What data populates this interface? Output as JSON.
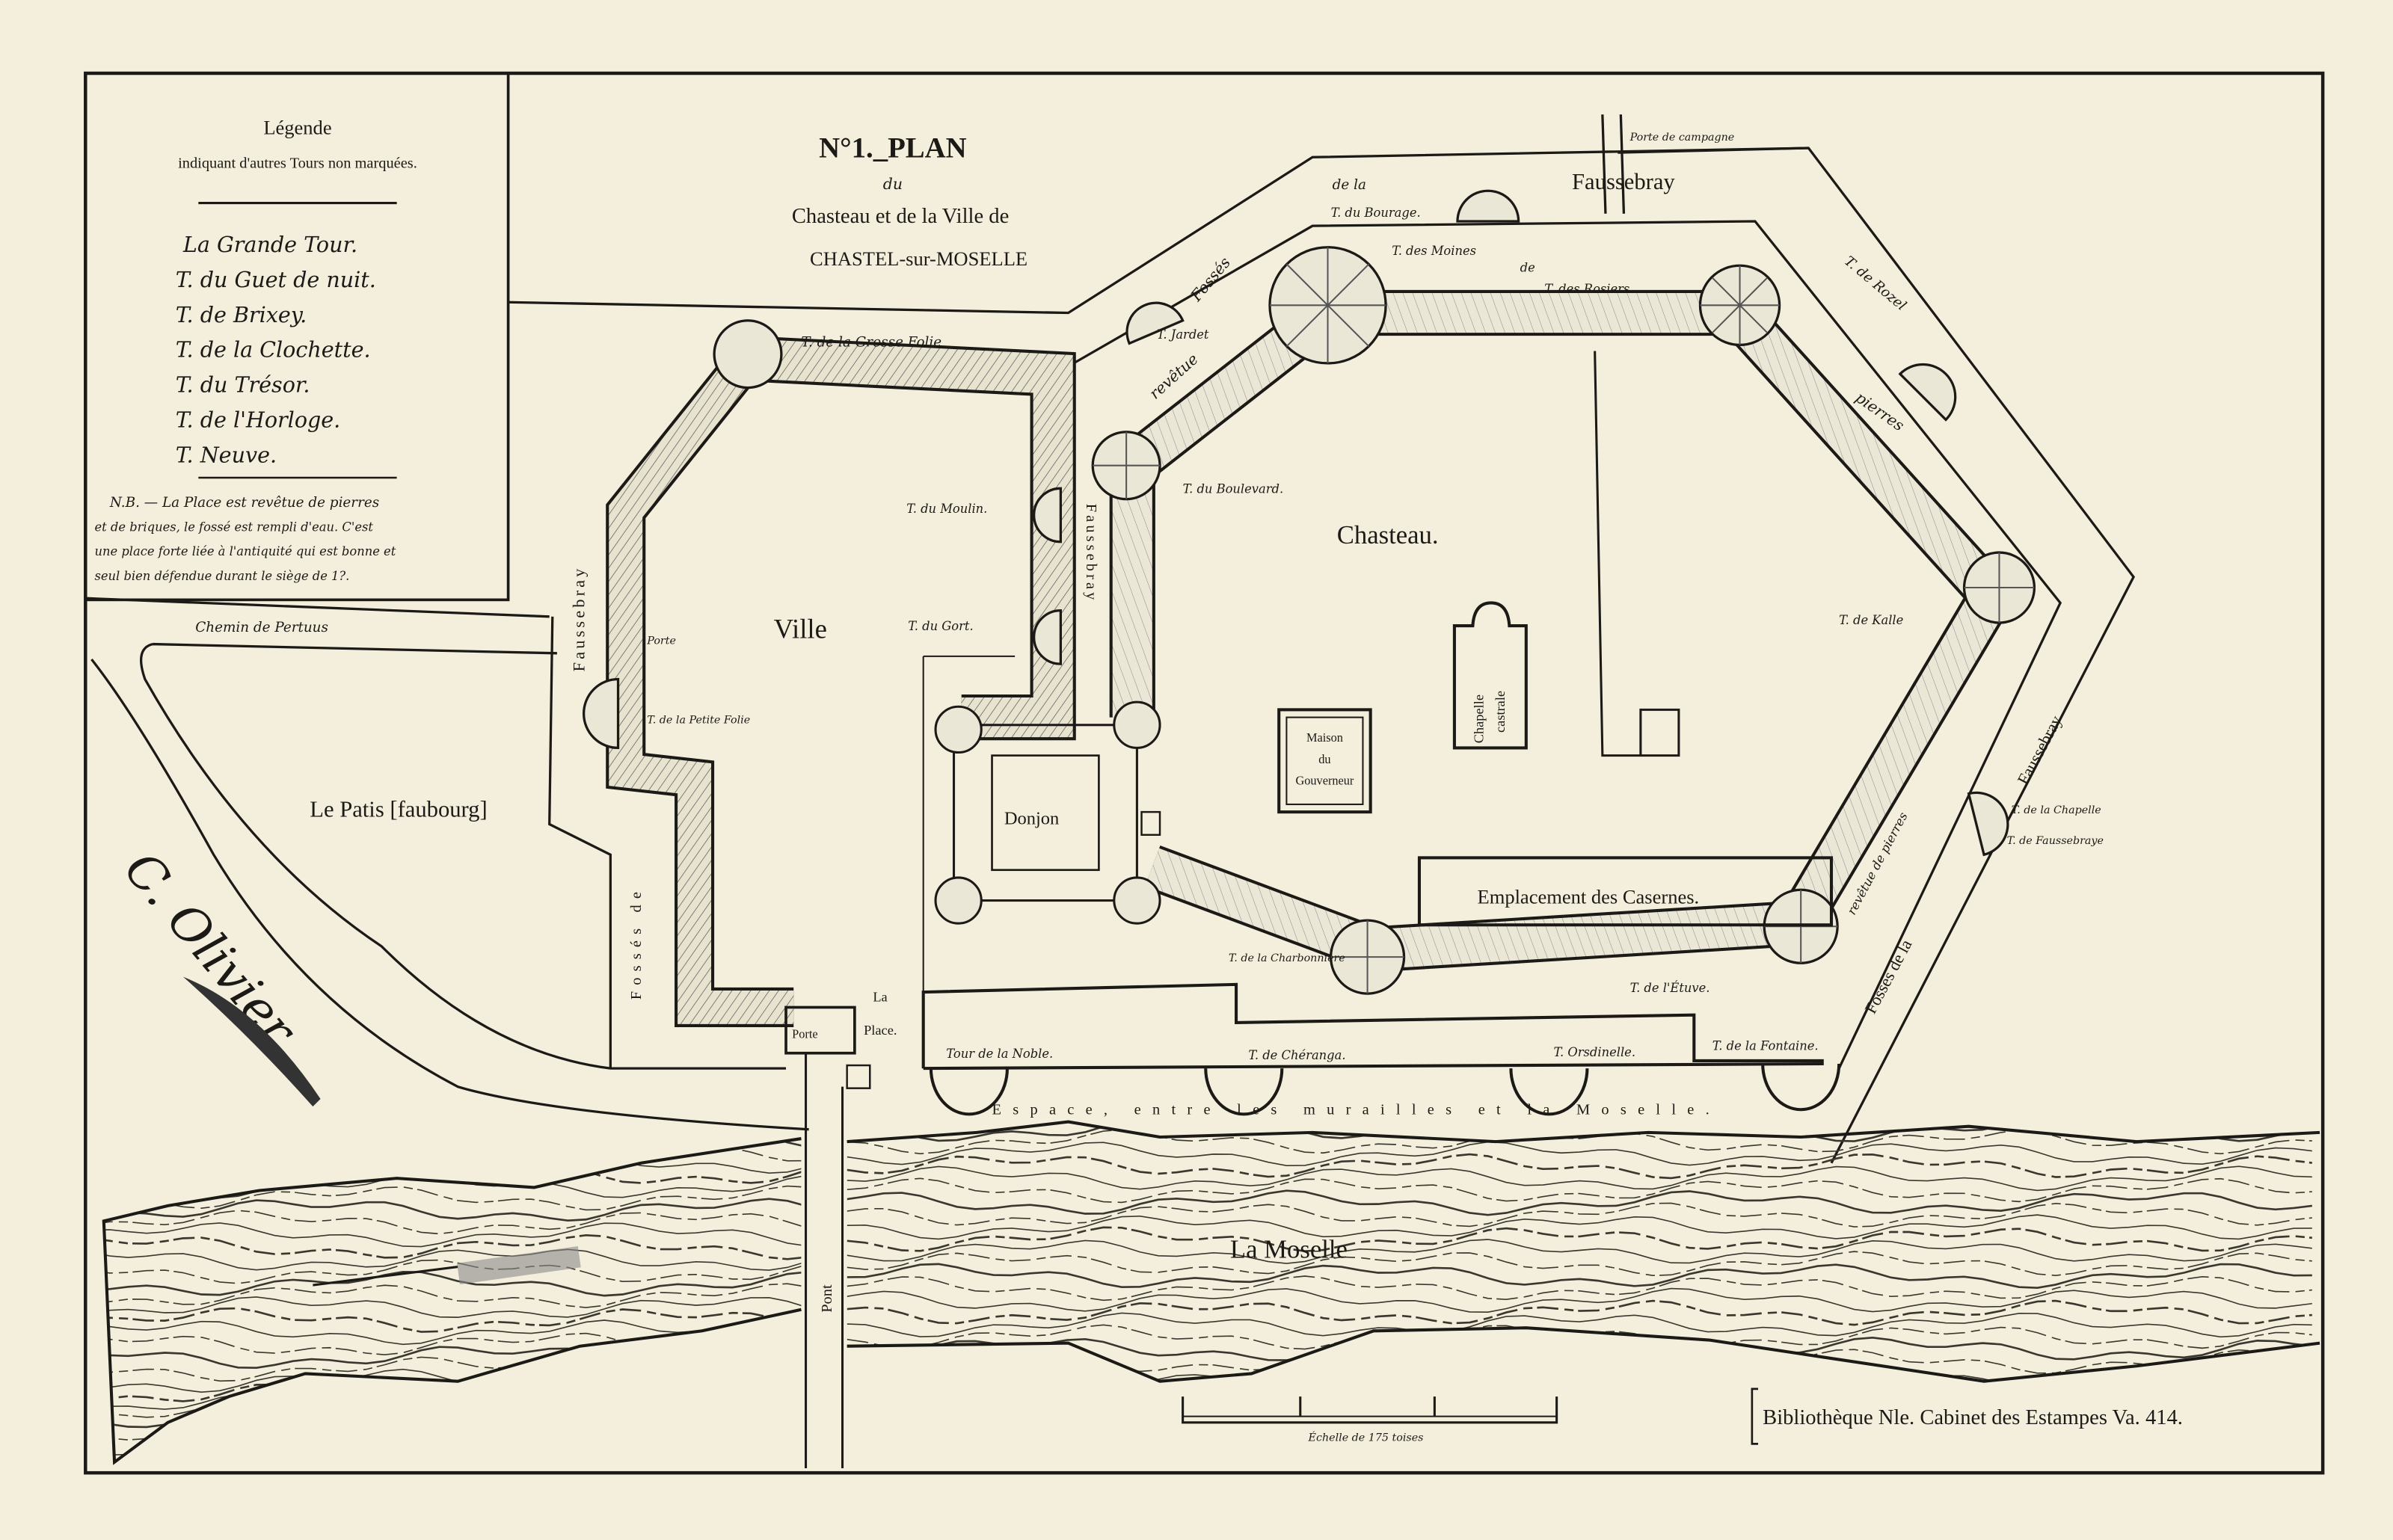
{
  "colors": {
    "paper": "#f4efdc",
    "ink": "#1c1a16",
    "wall_fill": "#e6e1cc"
  },
  "title": {
    "line1": "N°1._PLAN",
    "line2": "du",
    "line3": "Chasteau et de la Ville de",
    "line4": "CHASTEL-sur-MOSELLE"
  },
  "legend": {
    "heading": "Légende",
    "subheading": "indiquant d'autres Tours non marquées.",
    "items": [
      "La Grande Tour.",
      "T. du Guet de nuit.",
      "T. de Brixey.",
      "T. de la Clochette.",
      "T. du Trésor.",
      "T. de l'Horloge.",
      "T. Neuve."
    ],
    "note": [
      "N.B. — La Place est revêtue de pierres",
      "et de briques, le fossé est rempli d'eau. C'est",
      "une place forte liée à l'antiquité qui est bonne et",
      "seul bien défendue durant le siège de 1?."
    ]
  },
  "labels": {
    "grosse_folie": "T. de la Grosse Folie",
    "jardet": "T. Jardet",
    "revetue": "revêtue",
    "fosses_top": "Fossés",
    "de_la_top": "de la",
    "bourage": "T. du Bourage.",
    "faussebray_top": "Faussebray",
    "porte_campagne": "Porte de campagne",
    "moines": "T. des Moines",
    "de_top": "de",
    "rosiers": "T. des Rosiers",
    "rozel": "T. de Rozel",
    "pierres": "pierres",
    "boulevard": "T. du Boulevard.",
    "chasteau": "Chasteau.",
    "moulin": "T. du Moulin.",
    "faussebray_mid": "Faussebray",
    "gort": "T. du Gort.",
    "ville": "Ville",
    "porte_small": "Porte",
    "petite_folie": "T. de la Petite Folie",
    "faussebray_left": "Faussebray",
    "chemin": "Chemin de Pertuus",
    "patis": "Le Patis [faubourg]",
    "fosses_left": "Fossés de",
    "donjon": "Donjon",
    "maison": [
      "Maison",
      "du",
      "Gouverneur"
    ],
    "chapelle": [
      "Chapelle",
      "castrale"
    ],
    "kalle": "T. de Kalle",
    "faussebray_right": "Faussebray",
    "revetue_right": "revêtue de pierres",
    "chapelle_tour": "T. de la Chapelle",
    "faussebray_tour": "T. de Faussebraye",
    "casernes": "Emplacement des Casernes.",
    "fosses_right": "Fossés de la",
    "charbonniere": "T. de la Charbonnière",
    "etuve": "T. de l'Étuve.",
    "noble": "Tour de la Noble.",
    "cheranga": "T. de Chéranga.",
    "orsdinelle": "T. Orsdinelle.",
    "fontaine": "T. de la Fontaine.",
    "porte": "Porte",
    "la": "La",
    "place": "Place.",
    "espace": "Espace, entre les murailles et la Moselle.",
    "moselle": "La Moselle",
    "pont": "Pont",
    "scale": "Échelle de 175 toises",
    "source": "Bibliothèque Nle. Cabinet des Estampes Va. 414."
  },
  "signature": "C. Olivier"
}
